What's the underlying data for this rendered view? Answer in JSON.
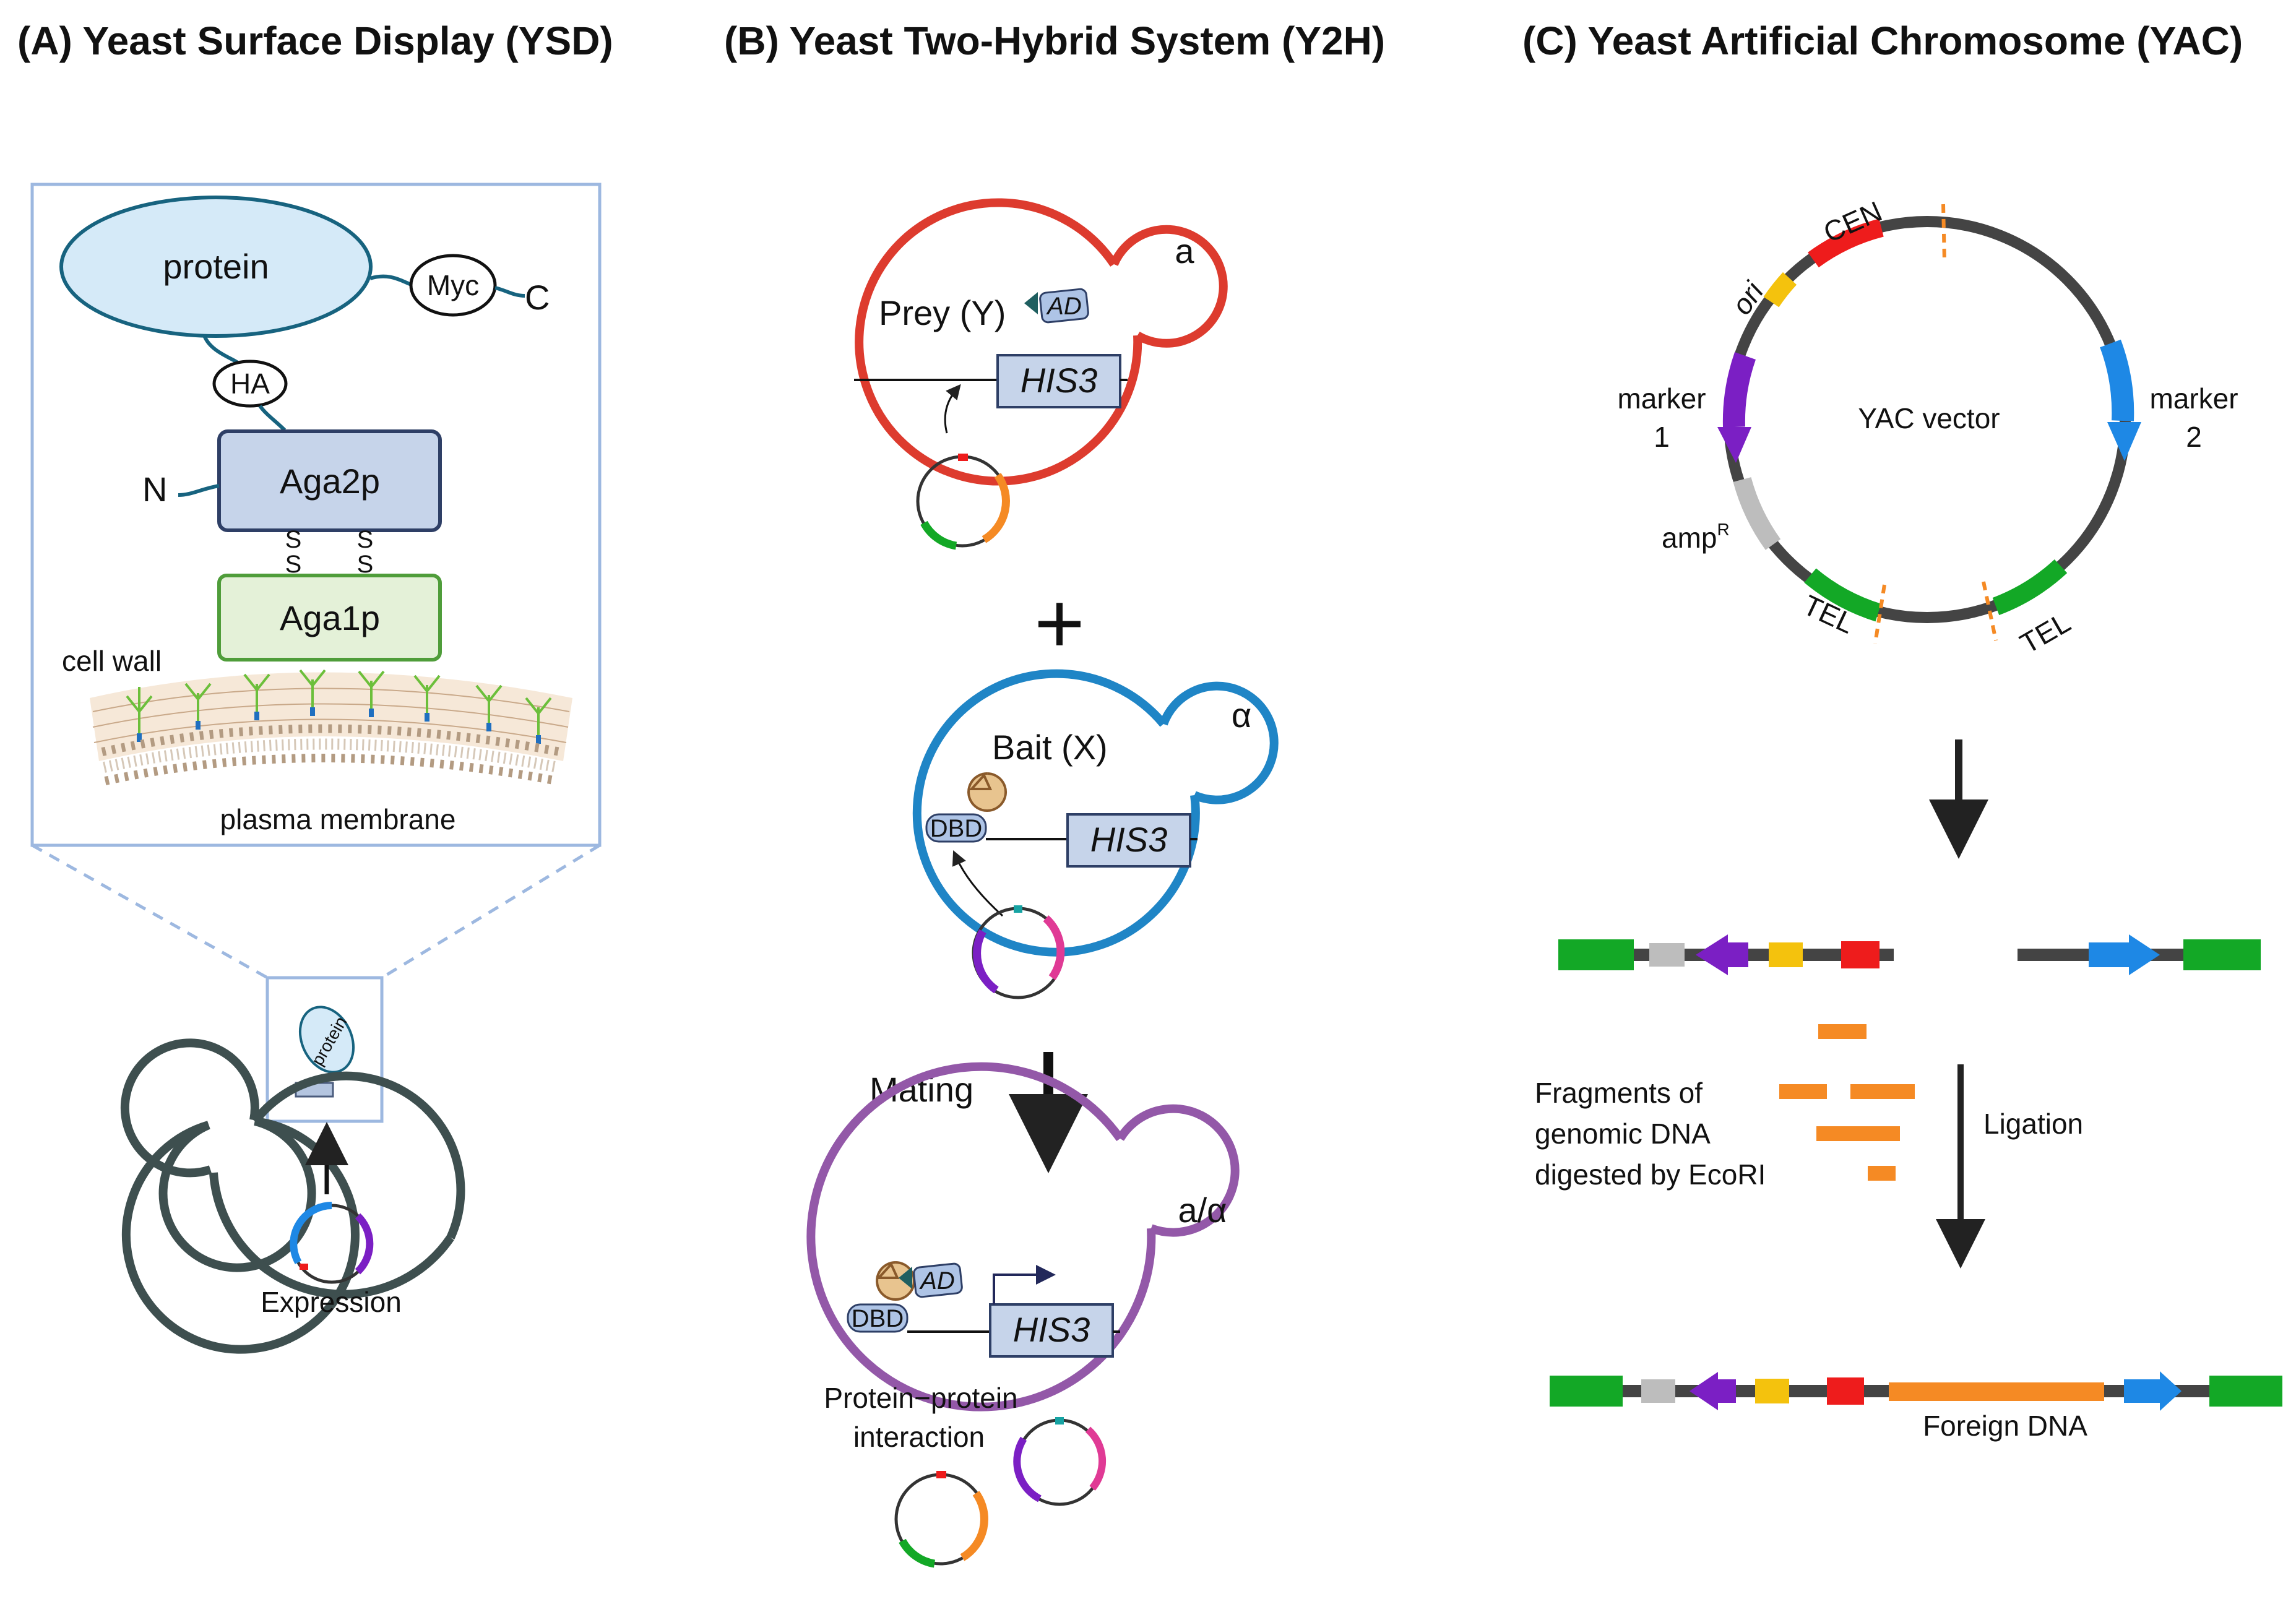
{
  "panels": {
    "a": {
      "title": "(A) Yeast Surface Display (YSD)",
      "protein": "protein",
      "myc": "Myc",
      "c_term": "C",
      "ha": "HA",
      "n_term": "N",
      "aga2p": "Aga2p",
      "aga1p": "Aga1p",
      "disulfide": "S",
      "cell_wall": "cell wall",
      "plasma_membrane": "plasma membrane",
      "small_protein": "protein",
      "expression": "Expression"
    },
    "b": {
      "title": "(B) Yeast Two-Hybrid System (Y2H)",
      "mating_type_a": "a",
      "prey": "Prey (Y)",
      "ad": "AD",
      "his3": "HIS3",
      "plus": "+",
      "mating_type_alpha": "α",
      "bait": "Bait (X)",
      "dbd": "DBD",
      "mating": "Mating",
      "mating_type_diploid": "a/α",
      "interaction_line1": "Protein−protein",
      "interaction_line2": "interaction"
    },
    "c": {
      "title": "(C) Yeast Artificial Chromosome (YAC)",
      "cen": "CEN",
      "ori": "ori",
      "marker": "marker",
      "marker1_num": "1",
      "marker2_num": "2",
      "vector": "YAC vector",
      "amp": "amp",
      "amp_sup": "R",
      "tel": "TEL",
      "fragments_line1": "Fragments of",
      "fragments_line2": "genomic DNA",
      "fragments_line3": "digested by EcoRI",
      "ligation": "Ligation",
      "foreign_dna": "Foreign DNA"
    }
  },
  "colors": {
    "cell_a": "#dd3b2e",
    "cell_alpha": "#1f85c6",
    "cell_diploid": "#9358a8",
    "cell_ysd": "#3e4f4f",
    "cen": "#ee1c1c",
    "ori": "#f4c20d",
    "marker1": "#7b1fc4",
    "marker2": "#1e88e5",
    "amp": "#bdbdbd",
    "tel": "#13a826",
    "foreign": "#f58a24",
    "box_blue": "#aec4e6"
  }
}
